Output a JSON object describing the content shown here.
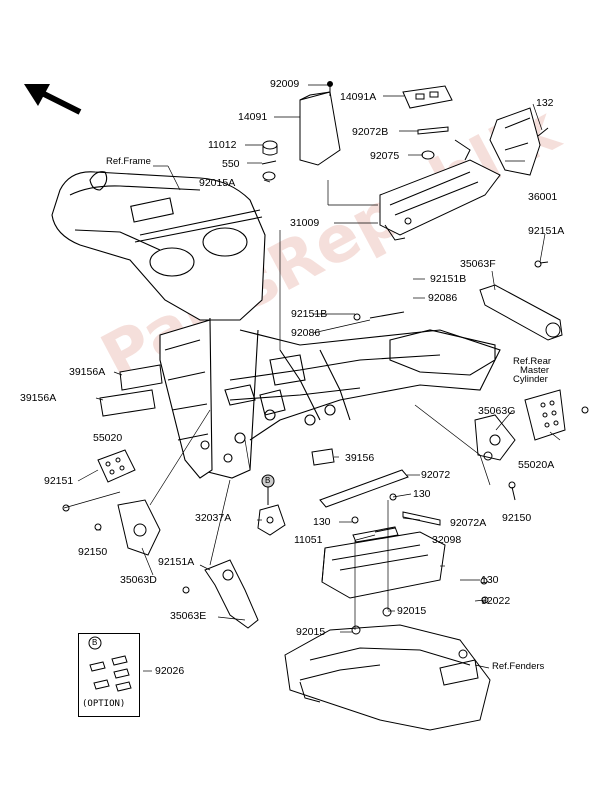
{
  "watermark": "PartsRepublik",
  "option_label": "(OPTION)",
  "option_badge": "B",
  "pointer_badge": "B",
  "labels": [
    {
      "id": "92009",
      "text": "92009",
      "cls": ""
    },
    {
      "id": "14091A",
      "text": "14091A",
      "cls": ""
    },
    {
      "id": "132",
      "text": "132",
      "cls": ""
    },
    {
      "id": "14091",
      "text": "14091",
      "cls": ""
    },
    {
      "id": "92072B",
      "text": "92072B",
      "cls": ""
    },
    {
      "id": "11012",
      "text": "11012",
      "cls": ""
    },
    {
      "id": "ref-frame",
      "text": "Ref.Frame",
      "cls": "ref"
    },
    {
      "id": "550",
      "text": "550",
      "cls": ""
    },
    {
      "id": "92075",
      "text": "92075",
      "cls": ""
    },
    {
      "id": "92015A",
      "text": "92015A",
      "cls": ""
    },
    {
      "id": "36001",
      "text": "36001",
      "cls": ""
    },
    {
      "id": "31009",
      "text": "31009",
      "cls": ""
    },
    {
      "id": "92151A-top",
      "text": "92151A",
      "cls": ""
    },
    {
      "id": "35063F",
      "text": "35063F",
      "cls": ""
    },
    {
      "id": "92151B-a",
      "text": "92151B",
      "cls": ""
    },
    {
      "id": "92086-a",
      "text": "92086",
      "cls": ""
    },
    {
      "id": "92151B-b",
      "text": "92151B",
      "cls": ""
    },
    {
      "id": "92086-b",
      "text": "92086",
      "cls": ""
    },
    {
      "id": "ref-rear-1",
      "text": "Ref.Rear",
      "cls": "ref"
    },
    {
      "id": "ref-rear-2",
      "text": "Master",
      "cls": "ref"
    },
    {
      "id": "ref-rear-3",
      "text": "Cylinder",
      "cls": "ref"
    },
    {
      "id": "39156A-a",
      "text": "39156A",
      "cls": ""
    },
    {
      "id": "39156A-b",
      "text": "39156A",
      "cls": ""
    },
    {
      "id": "35063G",
      "text": "35063G",
      "cls": ""
    },
    {
      "id": "55020",
      "text": "55020",
      "cls": ""
    },
    {
      "id": "55020A",
      "text": "55020A",
      "cls": ""
    },
    {
      "id": "39156",
      "text": "39156",
      "cls": ""
    },
    {
      "id": "92072",
      "text": "92072",
      "cls": ""
    },
    {
      "id": "92151",
      "text": "92151",
      "cls": ""
    },
    {
      "id": "130-a",
      "text": "130",
      "cls": ""
    },
    {
      "id": "92150-r",
      "text": "92150",
      "cls": ""
    },
    {
      "id": "32037A",
      "text": "32037A",
      "cls": ""
    },
    {
      "id": "130-b",
      "text": "130",
      "cls": ""
    },
    {
      "id": "92072A",
      "text": "92072A",
      "cls": ""
    },
    {
      "id": "92150-l",
      "text": "92150",
      "cls": ""
    },
    {
      "id": "11051",
      "text": "11051",
      "cls": ""
    },
    {
      "id": "32098",
      "text": "32098",
      "cls": ""
    },
    {
      "id": "35063D",
      "text": "35063D",
      "cls": ""
    },
    {
      "id": "92151A-bot",
      "text": "92151A",
      "cls": ""
    },
    {
      "id": "130-c",
      "text": "130",
      "cls": ""
    },
    {
      "id": "35063E",
      "text": "35063E",
      "cls": ""
    },
    {
      "id": "92022",
      "text": "92022",
      "cls": ""
    },
    {
      "id": "92015-a",
      "text": "92015",
      "cls": ""
    },
    {
      "id": "92015-b",
      "text": "92015",
      "cls": ""
    },
    {
      "id": "92026",
      "text": "92026",
      "cls": ""
    },
    {
      "id": "ref-fenders",
      "text": "Ref.Fenders",
      "cls": "ref"
    }
  ]
}
